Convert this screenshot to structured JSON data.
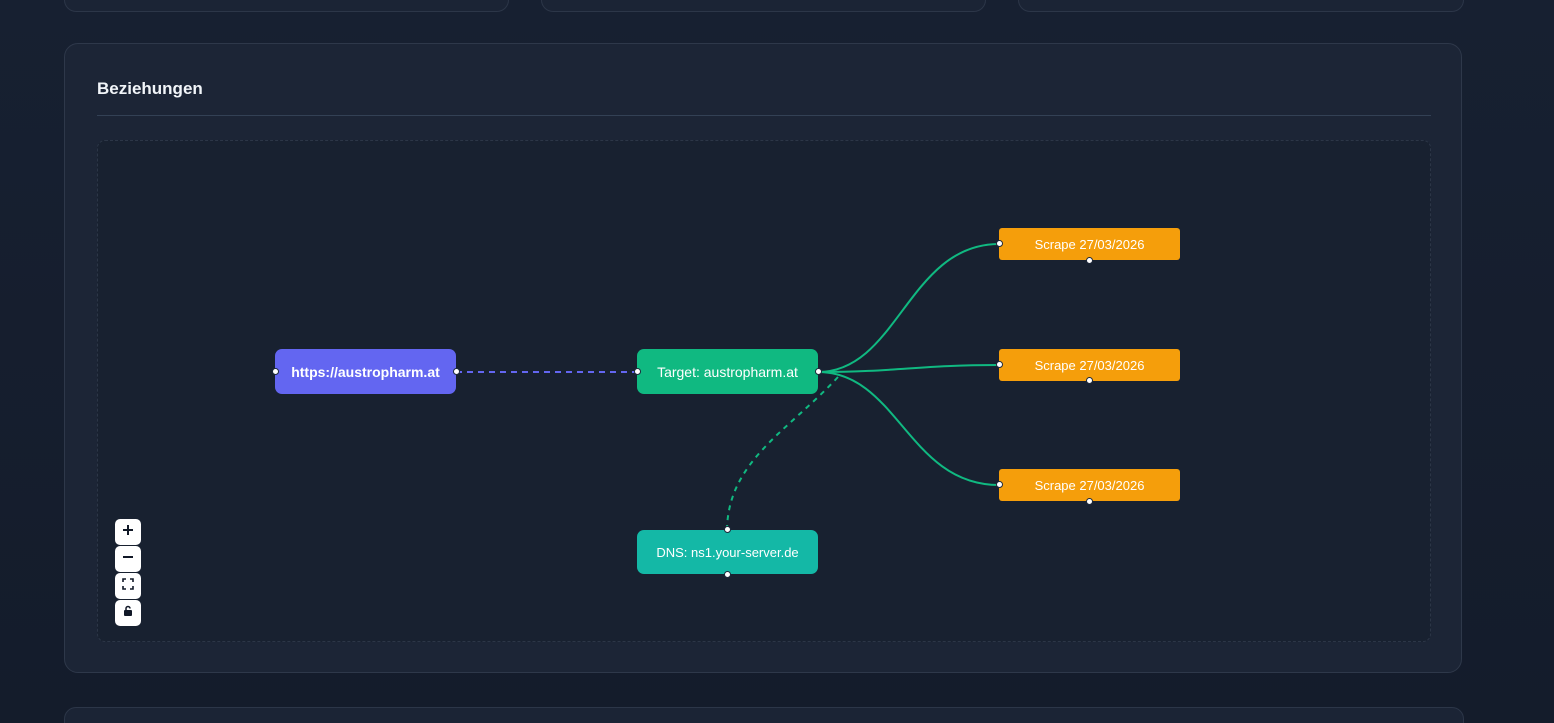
{
  "panel": {
    "title": "Beziehungen"
  },
  "graph": {
    "nodes": {
      "url": {
        "label": "https://austropharm.at",
        "color": "#6366f1"
      },
      "target": {
        "label": "Target: austropharm.at",
        "color": "#10b981"
      },
      "dns": {
        "label": "DNS: ns1.your-server.de",
        "color": "#14b8a6"
      },
      "scrapes": [
        {
          "label": "Scrape 27/03/2026",
          "color": "#f59e0b"
        },
        {
          "label": "Scrape 27/03/2026",
          "color": "#f59e0b"
        },
        {
          "label": "Scrape 27/03/2026",
          "color": "#f59e0b"
        }
      ]
    },
    "edges": [
      {
        "from": "url",
        "to": "target",
        "style": "dashed",
        "color": "#6366f1"
      },
      {
        "from": "target",
        "to": "scrape-1",
        "style": "solid",
        "color": "#10b981"
      },
      {
        "from": "target",
        "to": "scrape-2",
        "style": "solid",
        "color": "#10b981"
      },
      {
        "from": "target",
        "to": "scrape-3",
        "style": "solid",
        "color": "#10b981"
      },
      {
        "from": "target",
        "to": "dns",
        "style": "dashed",
        "color": "#10b981"
      }
    ]
  },
  "controls": {
    "zoom_in_icon": "plus-icon",
    "zoom_out_icon": "minus-icon",
    "fit_view_icon": "fit-view-icon",
    "lock_icon": "lock-icon"
  }
}
